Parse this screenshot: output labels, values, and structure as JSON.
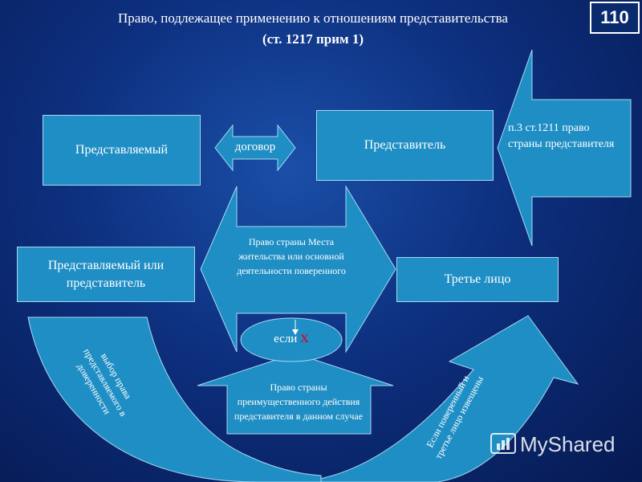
{
  "title": {
    "line1": "Право, подлежащее применению к отношениям представительства",
    "line2": "(ст. 1217 прим 1)"
  },
  "slide_number": "110",
  "nodes": {
    "principal": "Представляемый",
    "contract": "договор",
    "representative": "Представитель",
    "rep_country_law": "п.3 ст.1211 право страны представителя",
    "principal_or_rep": "Представляемый или представитель",
    "country_law_main": "Право страны Места жительства или основной деятельности поверенного",
    "third_party": "Третье лицо",
    "if_x_prefix": "если",
    "if_x_mark": "X",
    "priority_law": "Право страны преимущественного действия представителя в данном случае",
    "choice_of_law": "выбор права представляемого в доверенности",
    "if_informed": "Если поверенный и третье лицо извещены"
  },
  "watermark": {
    "brand": "MyShared"
  },
  "colors": {
    "box_fill": "#1f8ec4",
    "box_border": "#a8d8f0",
    "accent_x": "#c0143c"
  }
}
